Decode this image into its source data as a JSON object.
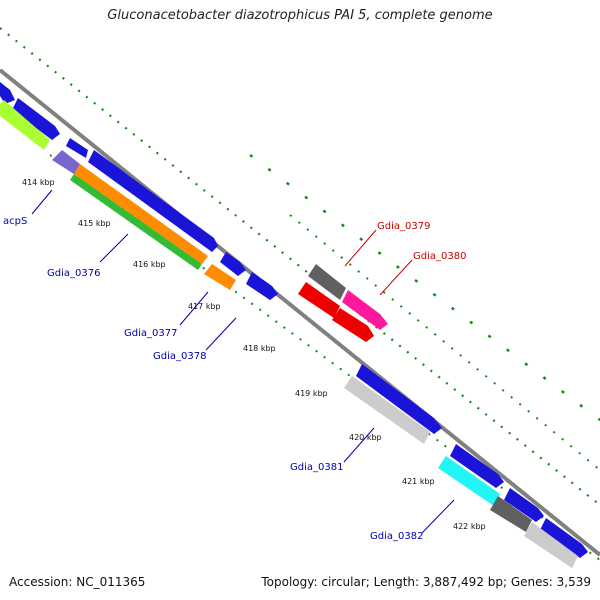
{
  "title": "Gluconacetobacter diazotrophicus PAI 5, complete genome",
  "footer": {
    "accession": "Accession: NC_011365",
    "summary": "Topology: circular; Length: 3,887,492 bp; Genes: 3,539"
  },
  "colors": {
    "backbone": "#808080",
    "tick_green": "#1a8a1a",
    "label_blue": "#0000aa",
    "label_red": "#cc0000"
  },
  "kbp_ticks": [
    "414 kbp",
    "415 kbp",
    "416 kbp",
    "417 kbp",
    "418 kbp",
    "419 kbp",
    "420 kbp",
    "421 kbp",
    "422 kbp"
  ],
  "gene_labels": [
    {
      "text": "acpS",
      "color": "blue"
    },
    {
      "text": "Gdia_0376",
      "color": "blue"
    },
    {
      "text": "Gdia_0377",
      "color": "blue"
    },
    {
      "text": "Gdia_0378",
      "color": "blue"
    },
    {
      "text": "Gdia_0379",
      "color": "red"
    },
    {
      "text": "Gdia_0380",
      "color": "red"
    },
    {
      "text": "Gdia_0381",
      "color": "blue"
    },
    {
      "text": "Gdia_0382",
      "color": "blue"
    }
  ]
}
